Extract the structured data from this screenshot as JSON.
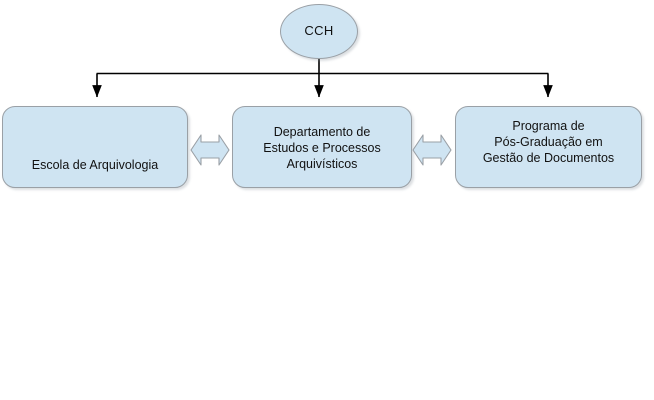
{
  "diagram": {
    "type": "organizational-hierarchy",
    "root": {
      "id": "cch",
      "label": "CCH",
      "shape": "ellipse"
    },
    "nodes": [
      {
        "id": "escola",
        "label": "Escola de Arquivologia",
        "shape": "rounded-rectangle"
      },
      {
        "id": "departamento",
        "label": "Departamento de\nEstudos e Processos\nArquivísticos",
        "shape": "rounded-rectangle"
      },
      {
        "id": "programa",
        "label": "Programa de\nPós-Graduação em\nGestão de Documentos",
        "shape": "rounded-rectangle"
      }
    ],
    "connectors": {
      "hierarchy": {
        "style": "orthogonal-bus",
        "arrowhead": "single-filled-triangle",
        "from": "cch",
        "to": [
          "escola",
          "departamento",
          "programa"
        ]
      },
      "peer_links": [
        {
          "from": "escola",
          "to": "departamento",
          "style": "double-headed-open-arrow"
        },
        {
          "from": "departamento",
          "to": "programa",
          "style": "double-headed-open-arrow"
        }
      ]
    },
    "colors": {
      "node_fill": "#cfe4f2",
      "node_border": "#9aa0a6",
      "connector_line": "#000000",
      "text": "#111111",
      "background": "#ffffff"
    }
  }
}
